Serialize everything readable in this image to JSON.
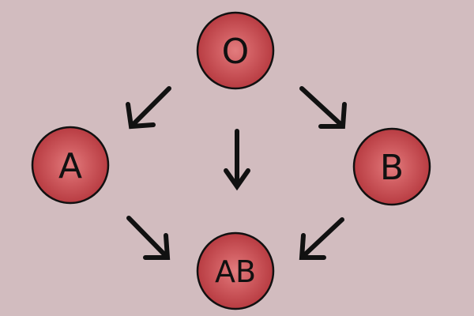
{
  "colors": {
    "background": "#d2bcbf",
    "node_fill": "#c6454a",
    "node_highlight": "#e07a7c",
    "node_outline": "#111111",
    "arrow": "#111111"
  },
  "nodes": [
    {
      "id": "o",
      "label": "O"
    },
    {
      "id": "a",
      "label": "A"
    },
    {
      "id": "b",
      "label": "B"
    },
    {
      "id": "ab",
      "label": "AB"
    }
  ],
  "edges": [
    {
      "from": "O",
      "to": "A"
    },
    {
      "from": "O",
      "to": "AB"
    },
    {
      "from": "O",
      "to": "B"
    },
    {
      "from": "A",
      "to": "AB"
    },
    {
      "from": "B",
      "to": "AB"
    }
  ]
}
